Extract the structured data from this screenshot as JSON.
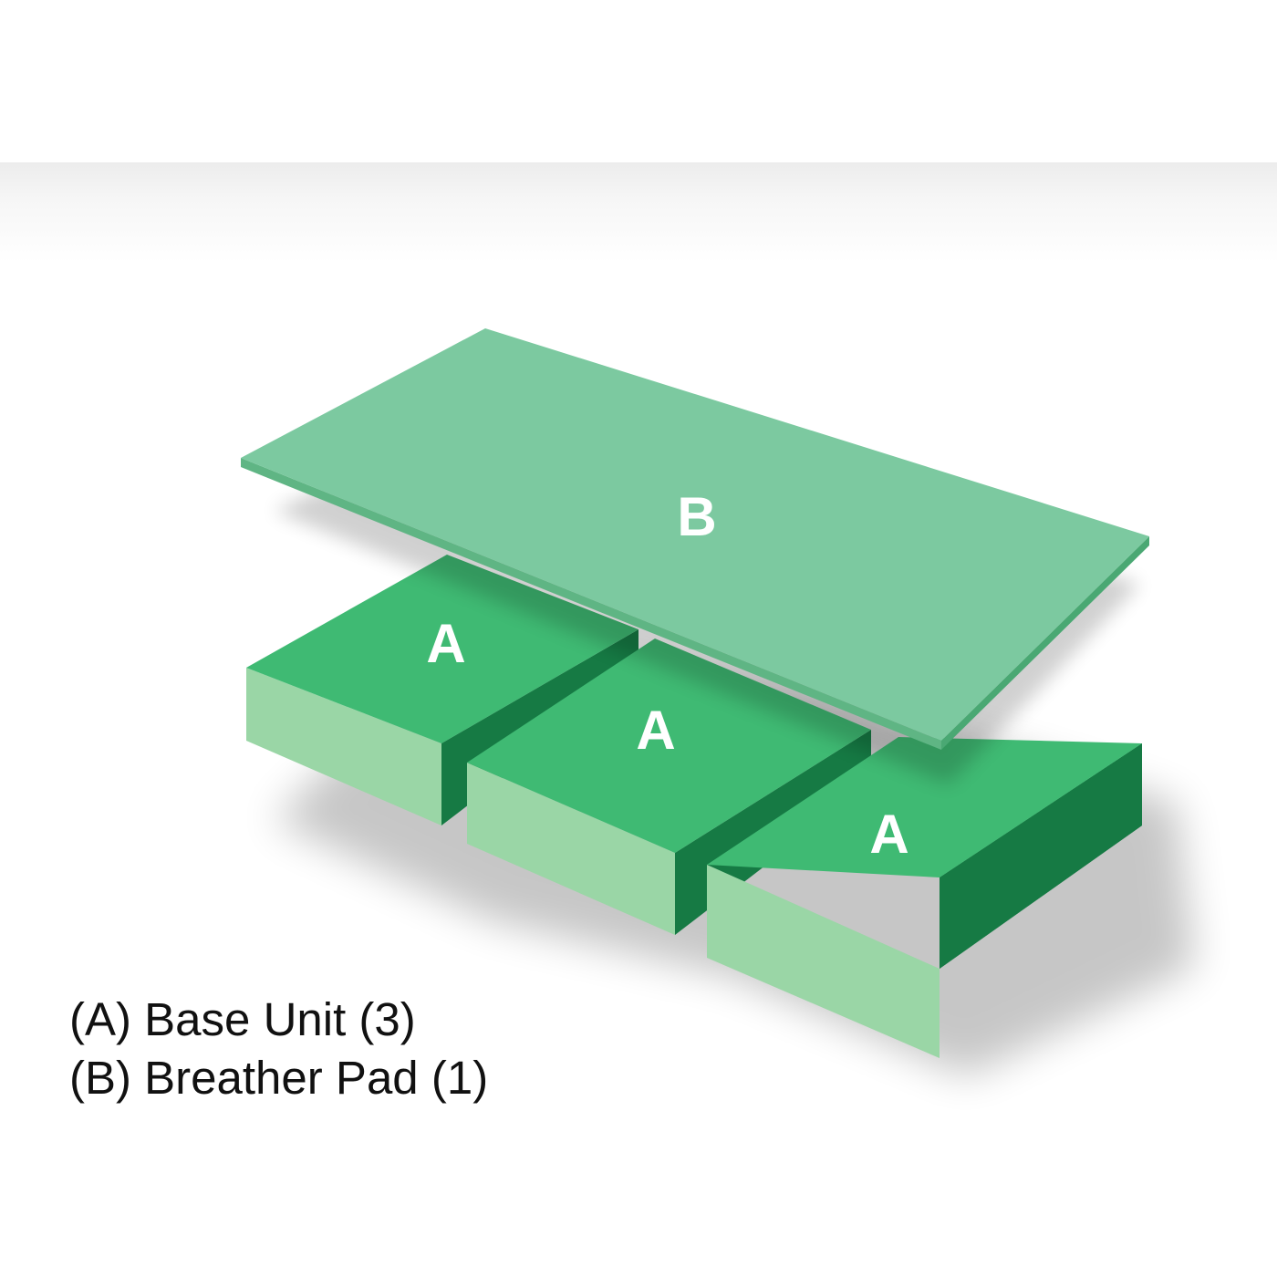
{
  "diagram": {
    "parts": {
      "breather_pad": {
        "letter": "B",
        "color_top": "#7cc9a0",
        "color_edge": "#5fb584"
      },
      "base_units": [
        {
          "letter": "A"
        },
        {
          "letter": "A"
        },
        {
          "letter": "A"
        }
      ],
      "base_colors": {
        "top": "#3fba73",
        "front": "#9ad6a6",
        "side": "#167a44"
      }
    },
    "legend": [
      {
        "text": "(A) Base Unit (3)"
      },
      {
        "text": "(B) Breather Pad (1)"
      }
    ]
  }
}
